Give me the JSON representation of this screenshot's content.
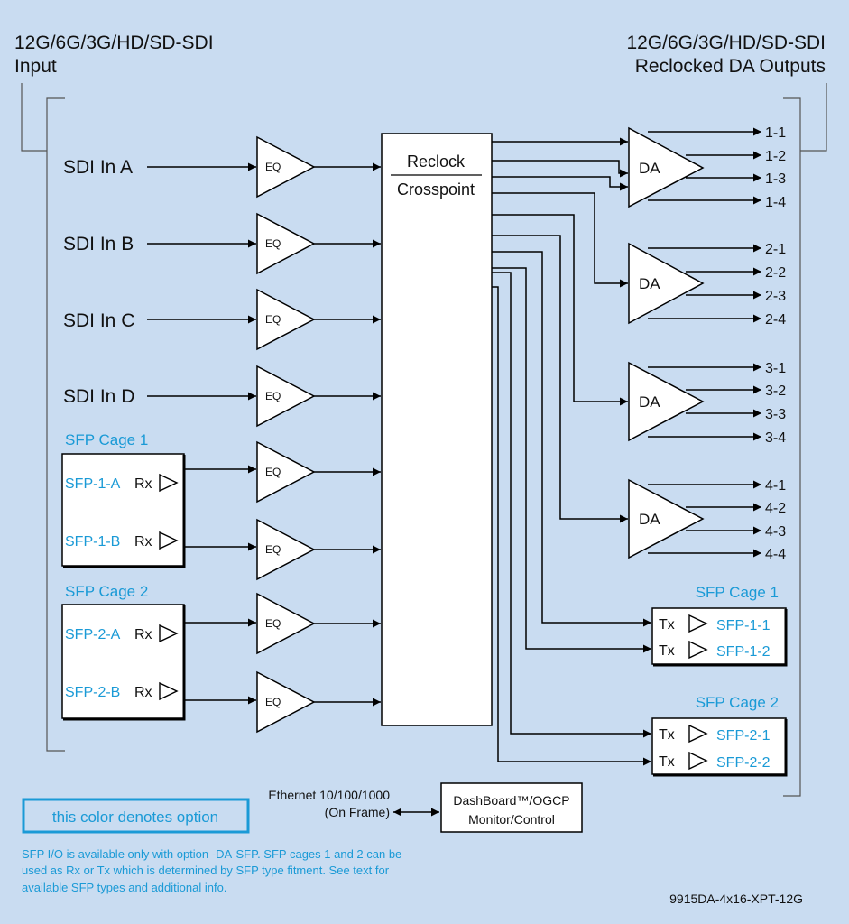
{
  "colors": {
    "background": "#c9dcf1",
    "option": "#1a9ad6",
    "block": "#ffffff",
    "line": "#000000"
  },
  "input_header": [
    "12G/6G/3G/HD/SD-SDI",
    "Input"
  ],
  "output_header": [
    "12G/6G/3G/HD/SD-SDI",
    "Reclocked DA Outputs"
  ],
  "sdi_inputs": [
    "SDI In A",
    "SDI In B",
    "SDI In C",
    "SDI In D"
  ],
  "eq_label": "EQ",
  "crosspoint": {
    "line1": "Reclock",
    "line2": "Crosspoint"
  },
  "da_label": "DA",
  "outputs": [
    [
      "1-1",
      "1-2",
      "1-3",
      "1-4"
    ],
    [
      "2-1",
      "2-2",
      "2-3",
      "2-4"
    ],
    [
      "3-1",
      "3-2",
      "3-3",
      "3-4"
    ],
    [
      "4-1",
      "4-2",
      "4-3",
      "4-4"
    ]
  ],
  "sfp_in": [
    {
      "cage": "SFP Cage 1",
      "ports": [
        "SFP-1-A",
        "SFP-1-B"
      ],
      "dir": "Rx"
    },
    {
      "cage": "SFP Cage 2",
      "ports": [
        "SFP-2-A",
        "SFP-2-B"
      ],
      "dir": "Rx"
    }
  ],
  "sfp_out": [
    {
      "cage": "SFP Cage 1",
      "ports": [
        "SFP-1-1",
        "SFP-1-2"
      ],
      "dir": "Tx"
    },
    {
      "cage": "SFP Cage 2",
      "ports": [
        "SFP-2-1",
        "SFP-2-2"
      ],
      "dir": "Tx"
    }
  ],
  "ethernet": [
    "Ethernet 10/100/1000",
    "(On Frame)"
  ],
  "control": [
    "DashBoard™/OGCP",
    "Monitor/Control"
  ],
  "legend": "this color denotes option",
  "footnote": [
    "SFP I/O is available only with option -DA-SFP.  SFP cages 1 and 2 can be",
    "used as Rx or Tx which is determined by SFP type fitment. See text for",
    "available SFP types and additional info."
  ],
  "part_number": "9915DA-4x16-XPT-12G"
}
